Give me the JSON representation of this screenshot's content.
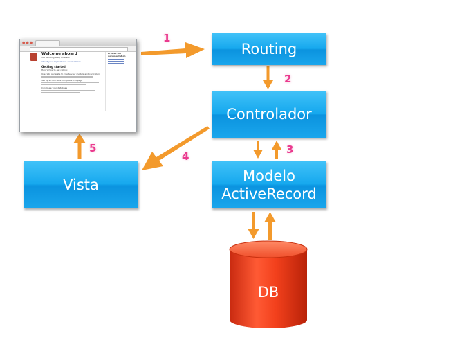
{
  "diagram": {
    "nodes": {
      "routing": "Routing",
      "controlador": "Controlador",
      "modelo_line1": "Modelo",
      "modelo_line2": "ActiveRecord",
      "vista": "Vista",
      "db": "DB"
    },
    "steps": [
      "1",
      "2",
      "3",
      "4",
      "5"
    ],
    "edges": [
      {
        "from": "browser",
        "to": "routing",
        "label": "1"
      },
      {
        "from": "routing",
        "to": "controlador",
        "label": "2"
      },
      {
        "from": "controlador",
        "to": "modelo",
        "label": "3",
        "bidirectional": true
      },
      {
        "from": "controlador",
        "to": "vista",
        "label": "4"
      },
      {
        "from": "vista",
        "to": "browser",
        "label": "5"
      },
      {
        "from": "modelo",
        "to": "db",
        "bidirectional": true
      }
    ],
    "colors": {
      "box": "#16a8ee",
      "arrow": "#f39a2c",
      "step_number": "#ea3a8e",
      "db": "#ee3d1c"
    }
  },
  "browser_thumbnail": {
    "heading": "Welcome aboard",
    "subheading": "You're riding Ruby on Rails!",
    "link": "About your application's environment",
    "section_title": "Getting started",
    "section_sub": "Here's how to get rolling:",
    "side_title": "Browse the documentation",
    "side_links": [
      "Rails Guides",
      "Rails API",
      "Ruby core",
      "Ruby standard library"
    ],
    "steps": [
      "Use rails generate to create your models and controllers",
      "Set up a root route to replace this page",
      "Configure your database"
    ]
  }
}
